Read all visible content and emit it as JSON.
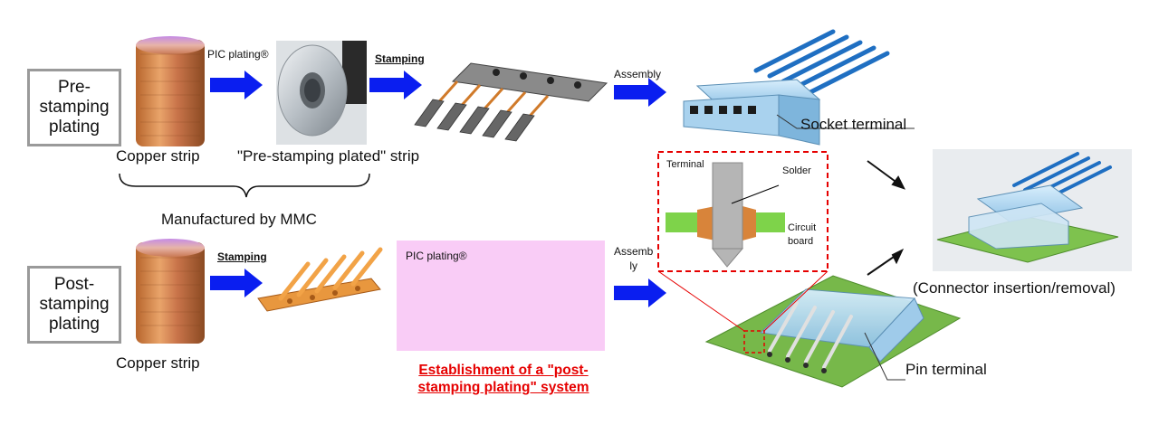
{
  "labels": {
    "pre_box": "Pre-\nstamping\nplating",
    "post_box": "Post-\nstamping\nplating",
    "copper_strip_1": "Copper strip",
    "copper_strip_2": "Copper strip",
    "pre_plated_strip": "\"Pre-stamping plated\" strip",
    "manufactured": "Manufactured by MMC",
    "pic_plating_top": "PIC plating®",
    "pic_plating_pink": "PIC plating®",
    "stamping_top": "Stamping",
    "stamping_bottom": "Stamping",
    "assembly_top": "Assembly",
    "assembly_bottom": "Assemb\nly",
    "socket_terminal": "Socket terminal",
    "pin_terminal": "Pin terminal",
    "connector_caption": "(Connector insertion/removal)",
    "inset_terminal": "Terminal",
    "inset_solder": "Solder",
    "inset_board": "Circuit\nboard",
    "establishment": "Establishment of a \"post-stamping plating\" system"
  },
  "colors": {
    "arrow_blue": "#0a1ef0",
    "copper": "#d9904a",
    "pink_bg": "#f9ccf6",
    "highlight_red": "#e60000",
    "board_green": "#6cc04a",
    "cable_blue": "#1f6fc2"
  }
}
